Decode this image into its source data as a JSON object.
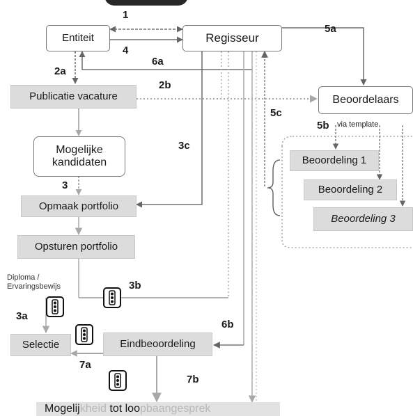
{
  "nodes": {
    "entiteit": "Entiteit",
    "regisseur": "Regisseur",
    "publicatie": "Publicatie vacature",
    "beoordelaars": "Beoordelaars",
    "kandidaten": "Mogelijke kandidaten",
    "opmaak": "Opmaak portfolio",
    "opsturen": "Opsturen portfolio",
    "beoordeling1": "Beoordeling 1",
    "beoordeling2": "Beoordeling 2",
    "beoordeling3": "Beoordeling 3",
    "selectie": "Selectie",
    "eindbeoordeling": "Eindbeoordeling",
    "loopbaangesprek_a": "Mogelij",
    "loopbaangesprek_b": "kheid",
    "loopbaangesprek_c": " tot loo",
    "loopbaangesprek_d": "pbaangesprek"
  },
  "labels": {
    "s1": "1",
    "s4": "4",
    "s5a": "5a",
    "s6a": "6a",
    "s2a": "2a",
    "s2b": "2b",
    "s5c": "5c",
    "s5b": "5b",
    "via_template": "via template",
    "s3c": "3c",
    "s3": "3",
    "s3b": "3b",
    "s3a": "3a",
    "s6b": "6b",
    "s7a": "7a",
    "s7b": "7b",
    "diploma": "Diploma /\nErvaringsbewijs"
  },
  "colors": {
    "line": "#9a9a9a",
    "dark_line": "#555555",
    "box_grey": "#dcdcdc",
    "text": "#1a1a1a"
  },
  "icons": [
    "traffic-light-icon",
    "traffic-light-icon",
    "traffic-light-icon",
    "traffic-light-icon"
  ]
}
